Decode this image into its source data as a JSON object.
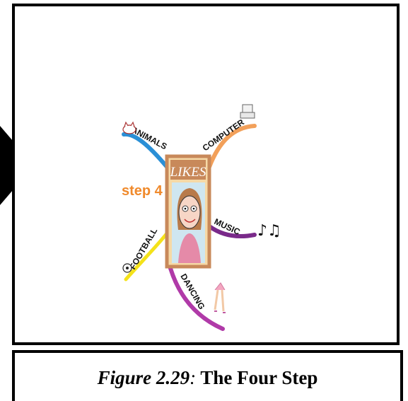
{
  "mindmap": {
    "step_label": "step 4",
    "center_label": "LIKES",
    "branches": {
      "animals": "ANIMALS",
      "computer": "COMPUTER",
      "music": "MUSIC",
      "football": "FOOTBALL",
      "dancing": "DANCING"
    },
    "colors": {
      "step": "#f08a2c",
      "center_frame": "#c8895a",
      "animals_branch": "#2a8fd6",
      "computer_branch": "#f2a05a",
      "music_branch": "#7a2a8a",
      "football_branch": "#f4e21a",
      "dancing_branch": "#b03aa8"
    }
  },
  "caption": {
    "figure_label": "Figure 2.29",
    "separator": ":",
    "title": "The Four Step"
  }
}
